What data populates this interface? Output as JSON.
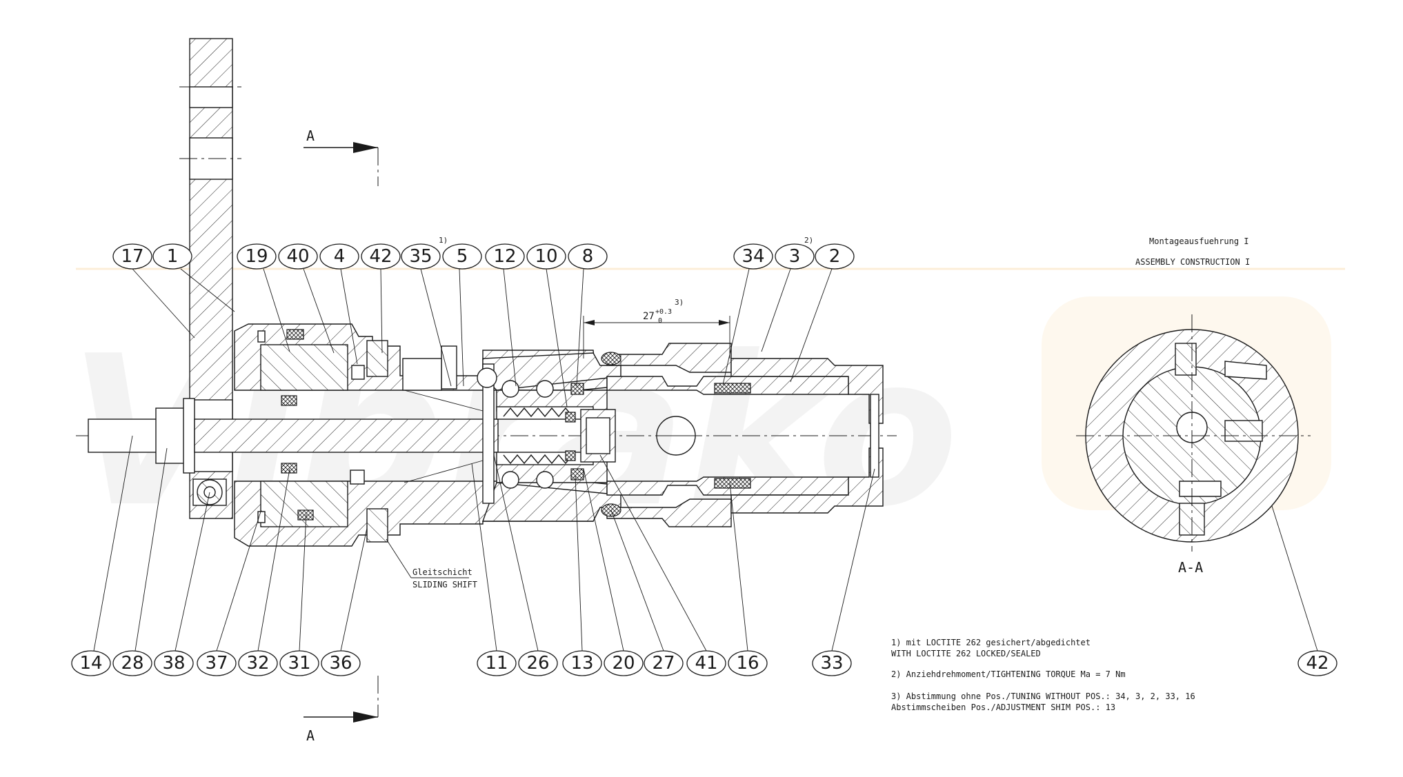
{
  "watermark": {
    "text": "Vibrako",
    "tag": "de"
  },
  "section_marker": {
    "top": "A",
    "bottom": "A"
  },
  "dimension": {
    "value": "27",
    "tolerance": "+0.3",
    "tolerance_low": "0",
    "note_ref": "3)"
  },
  "superscripts": {
    "above_35_5": "1)",
    "above_3_2": "2)"
  },
  "sliding_layer": {
    "de": "Gleitschicht",
    "en": "SLIDING SHIFT"
  },
  "assembly": {
    "title_de": "Montageausfuehrung I",
    "title_en": "ASSEMBLY CONSTRUCTION I"
  },
  "section_view": {
    "label": "A-A"
  },
  "balloons_top": [
    "17",
    "1",
    "19",
    "40",
    "4",
    "42",
    "35",
    "5",
    "12",
    "10",
    "8",
    "34",
    "3",
    "2"
  ],
  "balloons_bottom": [
    "14",
    "28",
    "38",
    "37",
    "32",
    "31",
    "36",
    "11",
    "26",
    "13",
    "20",
    "27",
    "41",
    "16",
    "33"
  ],
  "balloon_section": "42",
  "notes": [
    "1) mit LOCTITE 262 gesichert/abgedichtet",
    "WITH LOCTITE 262 LOCKED/SEALED",
    "2) Anziehdrehmoment/TIGHTENING TORQUE Ma = 7 Nm",
    "3) Abstimmung ohne Pos./TUNING WITHOUT POS.: 34, 3, 2, 33, 16",
    "Abstimmscheiben Pos./ADJUSTMENT SHIM POS.: 13"
  ],
  "accent_color": "#f2b040"
}
